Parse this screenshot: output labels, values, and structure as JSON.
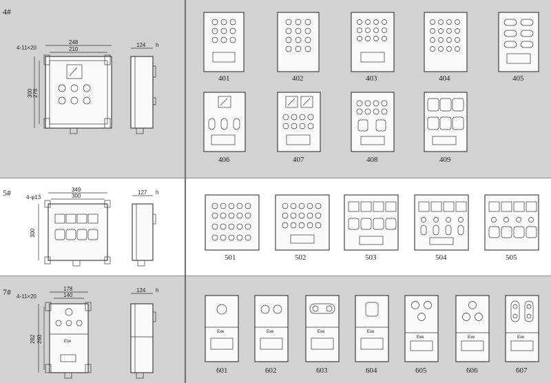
{
  "sections": [
    {
      "id": "4#",
      "dims": {
        "width_outer": "248",
        "width_inner": "210",
        "mount": "4-11×20",
        "height_outer": "300",
        "height_inner": "278",
        "depth": "124",
        "h": "h"
      },
      "models": [
        "401",
        "402",
        "403",
        "404",
        "405",
        "406",
        "407",
        "408",
        "409"
      ]
    },
    {
      "id": "5#",
      "dims": {
        "width_outer": "349",
        "width_inner": "300",
        "mount": "4-φ13",
        "height_outer": "300",
        "depth": "127",
        "h": "h"
      },
      "models": [
        "501",
        "502",
        "503",
        "504",
        "505"
      ]
    },
    {
      "id": "7#",
      "dims": {
        "width_outer": "178",
        "width_inner": "140",
        "mount": "4-11×20",
        "height_outer": "282",
        "height_inner": "260",
        "depth": "124",
        "h": "h",
        "plate_text": "Exe"
      },
      "models": [
        "601",
        "602",
        "603",
        "604",
        "605",
        "606",
        "607"
      ]
    }
  ],
  "colors": {
    "band_gray": "#d2d2d2",
    "band_white": "#ffffff",
    "line": "#333333"
  }
}
